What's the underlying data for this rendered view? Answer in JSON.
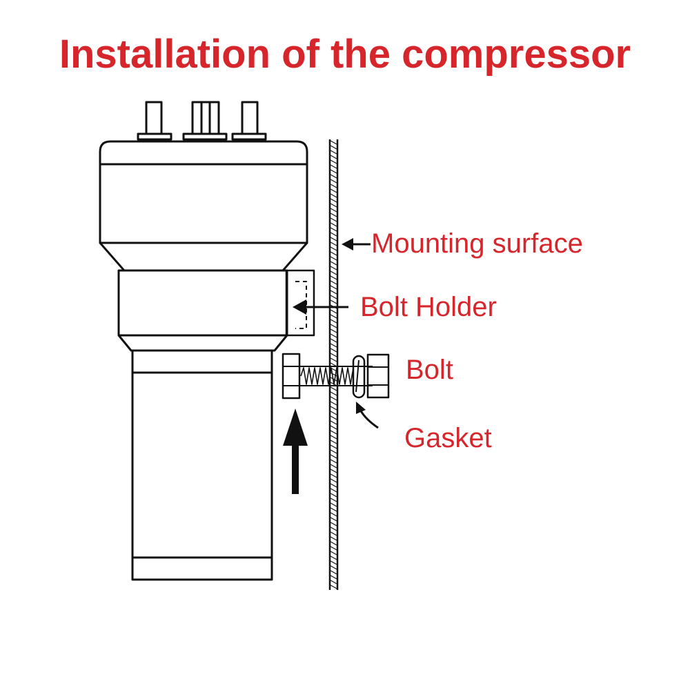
{
  "title": "Installation of the compressor",
  "labels": {
    "mounting_surface": "Mounting surface",
    "bolt_holder": "Bolt Holder",
    "bolt": "Bolt",
    "gasket": "Gasket"
  },
  "colors": {
    "label_red": "#d6262c",
    "line": "#111111",
    "background": "#ffffff"
  },
  "icons": {
    "install_direction": "arrow-up-icon",
    "gasket_pointer": "curved-arrow-icon"
  }
}
